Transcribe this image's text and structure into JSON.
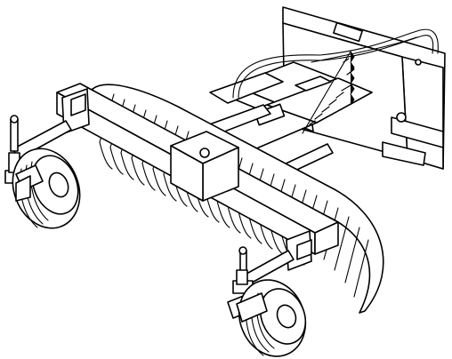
{
  "figure": {
    "subject": "power-rake-attachment-line-drawing",
    "colors": {
      "ink": "#000000",
      "paper": "#ffffff"
    },
    "parts": [
      "quick-attach-plate",
      "main-frame",
      "hydraulic-cylinder",
      "hydraulic-hoses",
      "chain",
      "rake-bar",
      "bristle-drum",
      "left-gauge-wheel",
      "right-gauge-wheel",
      "left-wheel-support-arm",
      "right-wheel-support-arm",
      "height-adjust-pins"
    ]
  }
}
